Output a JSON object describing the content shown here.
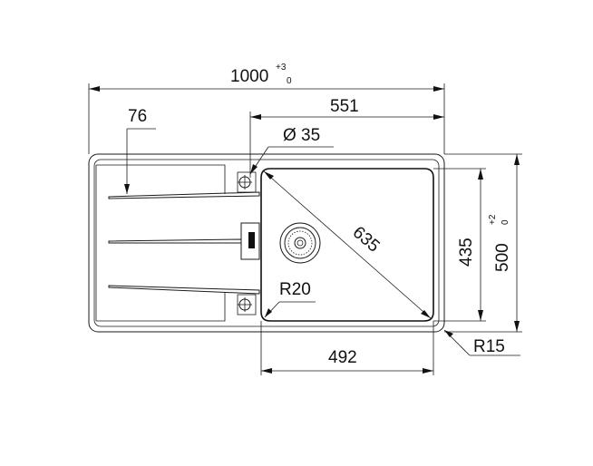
{
  "dimensions": {
    "overall_width": {
      "value": "1000",
      "tol_upper": "+3",
      "tol_lower": "0"
    },
    "drainer_offset": "76",
    "bowl_to_edge": "551",
    "tap_hole": "Ø 35",
    "diagonal": "635",
    "inner_radius": "R20",
    "bowl_width": "492",
    "bowl_depth": "435",
    "overall_depth": {
      "value": "500",
      "tol_upper": "+2",
      "tol_lower": "0"
    },
    "outer_radius": "R15"
  }
}
